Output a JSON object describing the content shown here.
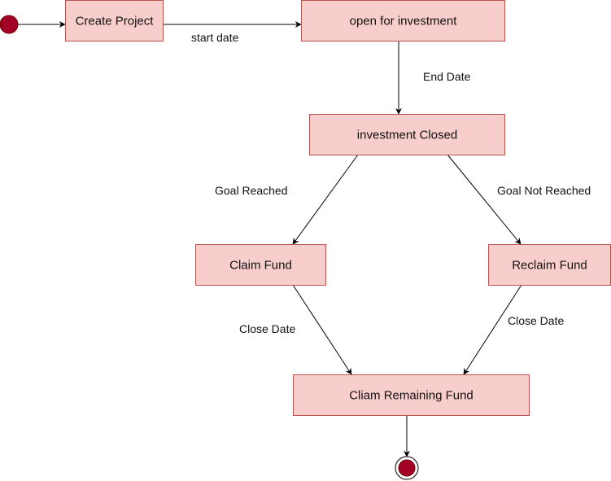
{
  "colors": {
    "state_fill": "#f8cecc",
    "state_stroke": "#b85450",
    "terminal_fill": "#a20025",
    "terminal_stroke": "#6f0000",
    "edge": "#000000",
    "text": "#111111"
  },
  "states": {
    "create_project": "Create Project",
    "open_for_investment": "open for investment",
    "investment_closed": "investment Closed",
    "claim_fund": "Claim Fund",
    "reclaim_fund": "Reclaim Fund",
    "claim_remaining_fund": "Cliam Remaining Fund"
  },
  "transitions": {
    "start_date": "start date",
    "end_date": "End Date",
    "goal_reached": "Goal Reached",
    "goal_not_reached": "Goal Not Reached",
    "close_date_left": "Close Date",
    "close_date_right": "Close Date"
  }
}
